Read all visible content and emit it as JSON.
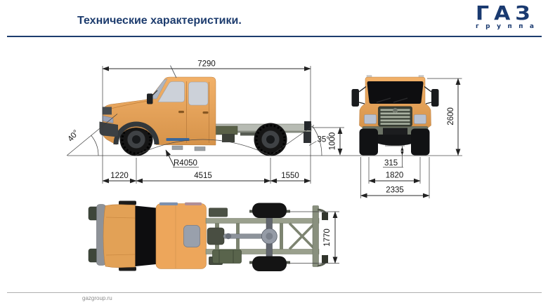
{
  "header": {
    "title": "Технические характеристики.",
    "logo_text": "ГАЗ",
    "logo_subtext": "группа"
  },
  "footer": {
    "link": "gazgroup.ru"
  },
  "colors": {
    "accent_navy": "#1d3c6e",
    "cab_orange": "#e3a057",
    "dimension_ink": "#1a1a1a"
  },
  "diagram": {
    "side_view": {
      "overall_length": "7290",
      "front_overhang": "1220",
      "wheelbase": "4515",
      "rear_overhang": "1550",
      "approach_angle": "40°",
      "departure_angle": "35°",
      "ramp_radius": "R4050",
      "rear_frame_height": "1000"
    },
    "front_view": {
      "overall_height": "2600",
      "ground_clearance": "315",
      "front_track": "1820",
      "overall_width": "2335"
    },
    "top_view": {
      "rear_track": "1770"
    }
  }
}
